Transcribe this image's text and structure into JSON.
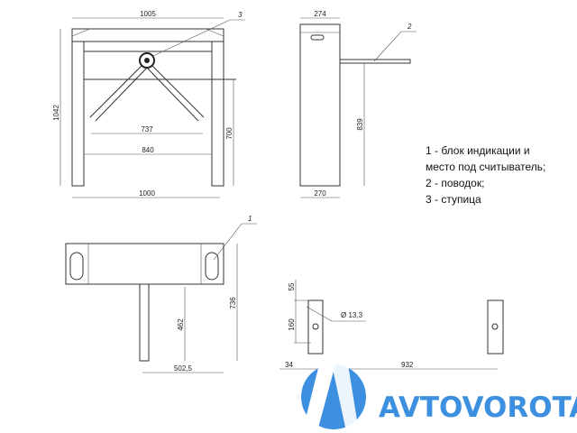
{
  "front_view": {
    "dims": {
      "width_top": "1005",
      "height": "1042",
      "arm_span": "737",
      "passage": "840",
      "width_base": "1000",
      "arm_height": "700"
    },
    "callout": "3"
  },
  "side_view": {
    "dims": {
      "top": "274",
      "base": "270",
      "height": "839"
    },
    "callout": "2"
  },
  "top_view": {
    "dims": {
      "depth": "736",
      "post_offset": "462",
      "post_x": "502,5"
    },
    "callout": "1"
  },
  "mount_plan": {
    "dims": {
      "offset_top": "55",
      "hole_spacing": "160",
      "hole_diameter": "Ø 13,3",
      "edge": "34",
      "span": "932"
    }
  },
  "legend": [
    "1 - блок индикации и",
    "место под считыватель;",
    "2 - поводок;",
    "3 - ступица"
  ],
  "watermark": {
    "text": "AVTOVOROTA",
    "color": "#3d8fe0"
  }
}
